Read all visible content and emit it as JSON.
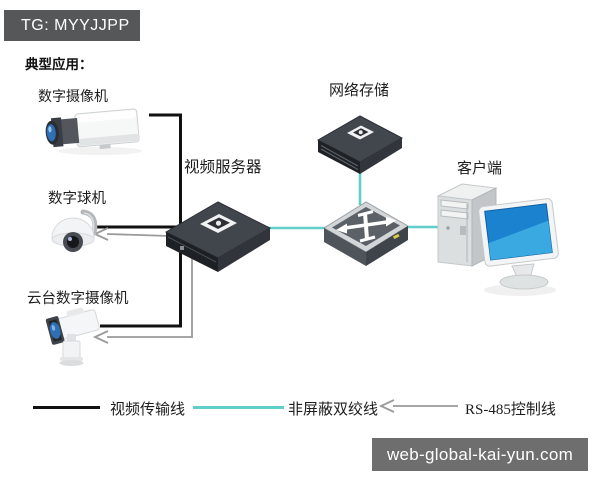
{
  "header": {
    "badge": "TG: MYYJJPP",
    "title": "典型应用："
  },
  "nodes": {
    "digital_camera": "数字摄像机",
    "dome_camera": "数字球机",
    "ptz_camera": "云台数字摄像机",
    "video_server": "视频服务器",
    "network_storage": "网络存储",
    "client": "客户端"
  },
  "legend": {
    "video_line": "视频传输线",
    "utp_line": "非屏蔽双绞线",
    "rs485_line": "RS-485控制线"
  },
  "watermark": "web-global-kai-yun.com",
  "colors": {
    "video_line": "#111111",
    "utp_line": "#5ecfca",
    "rs485_line": "#9a9a9a",
    "badge_bg": "#565759",
    "watermark_bg": "#6e6e6e",
    "screen_blue": "#1b82cf"
  }
}
